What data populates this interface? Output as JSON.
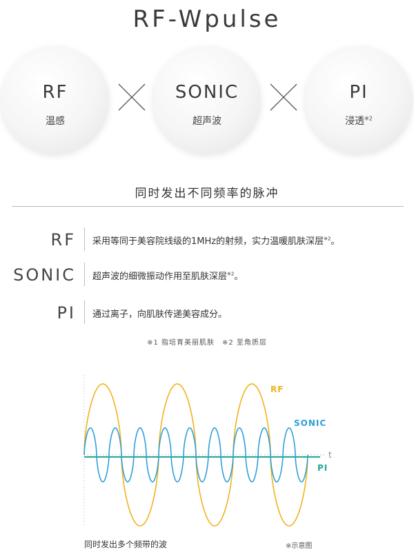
{
  "title": "RF-Wpulse",
  "circles": [
    {
      "name": "RF",
      "sub": "温感",
      "sup": ""
    },
    {
      "name": "SONIC",
      "sub": "超声波",
      "sup": ""
    },
    {
      "name": "PI",
      "sub": "浸透",
      "sup": "※2"
    }
  ],
  "section_title": "同时发出不同频率的脉冲",
  "rows": [
    {
      "label": "RF",
      "desc": "采用等同于美容院线级的1MHz的射频，实力温暖肌肤深层",
      "sup": "※2",
      "end": "。"
    },
    {
      "label": "SONIC",
      "desc": "超声波的细微振动作用至肌肤深层",
      "sup": "※2",
      "end": "。"
    },
    {
      "label": "PI",
      "desc": "通过离子，向肌肤传递美容成分。",
      "sup": "",
      "end": ""
    }
  ],
  "footnote": "※1 指培育美丽肌肤　※2 至角质层",
  "chart_data": {
    "type": "line",
    "series": [
      {
        "name": "RF",
        "color": "#f2b21b",
        "amplitude": 1.0,
        "cycles": 3
      },
      {
        "name": "SONIC",
        "color": "#2d9fd8",
        "amplitude": 0.38,
        "cycles": 9
      },
      {
        "name": "PI",
        "color": "#1fa890",
        "amplitude": 0,
        "cycles": 0
      }
    ],
    "xlabel": "t",
    "caption": "同时发出多个频带的波",
    "note": "※示意图"
  }
}
